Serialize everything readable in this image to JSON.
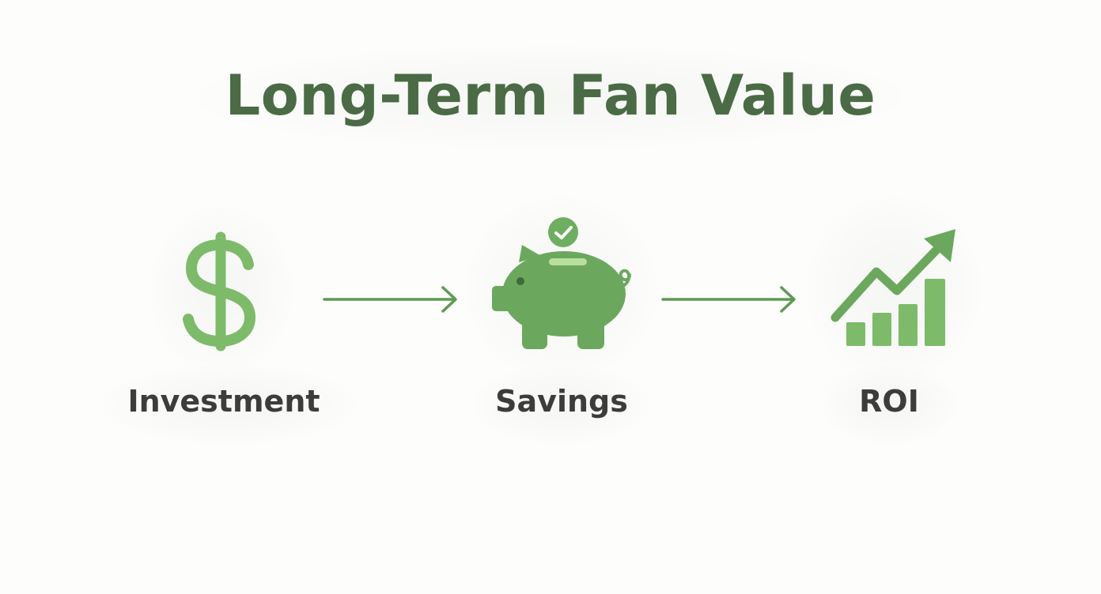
{
  "diagram": {
    "title": "Long-Term Fan Value",
    "steps": [
      {
        "label": "Investment",
        "icon": "dollar-sign-icon"
      },
      {
        "label": "Savings",
        "icon": "piggy-bank-icon"
      },
      {
        "label": "ROI",
        "icon": "growth-chart-icon"
      }
    ],
    "connectors": [
      "arrow-right-icon",
      "arrow-right-icon"
    ],
    "colors": {
      "title": "#4a6b45",
      "icon_light": "#7dbb6a",
      "icon_mid": "#6ba85e",
      "arrow": "#5d9a52",
      "label": "#3c3d3b",
      "background": "#fdfdfc"
    }
  }
}
